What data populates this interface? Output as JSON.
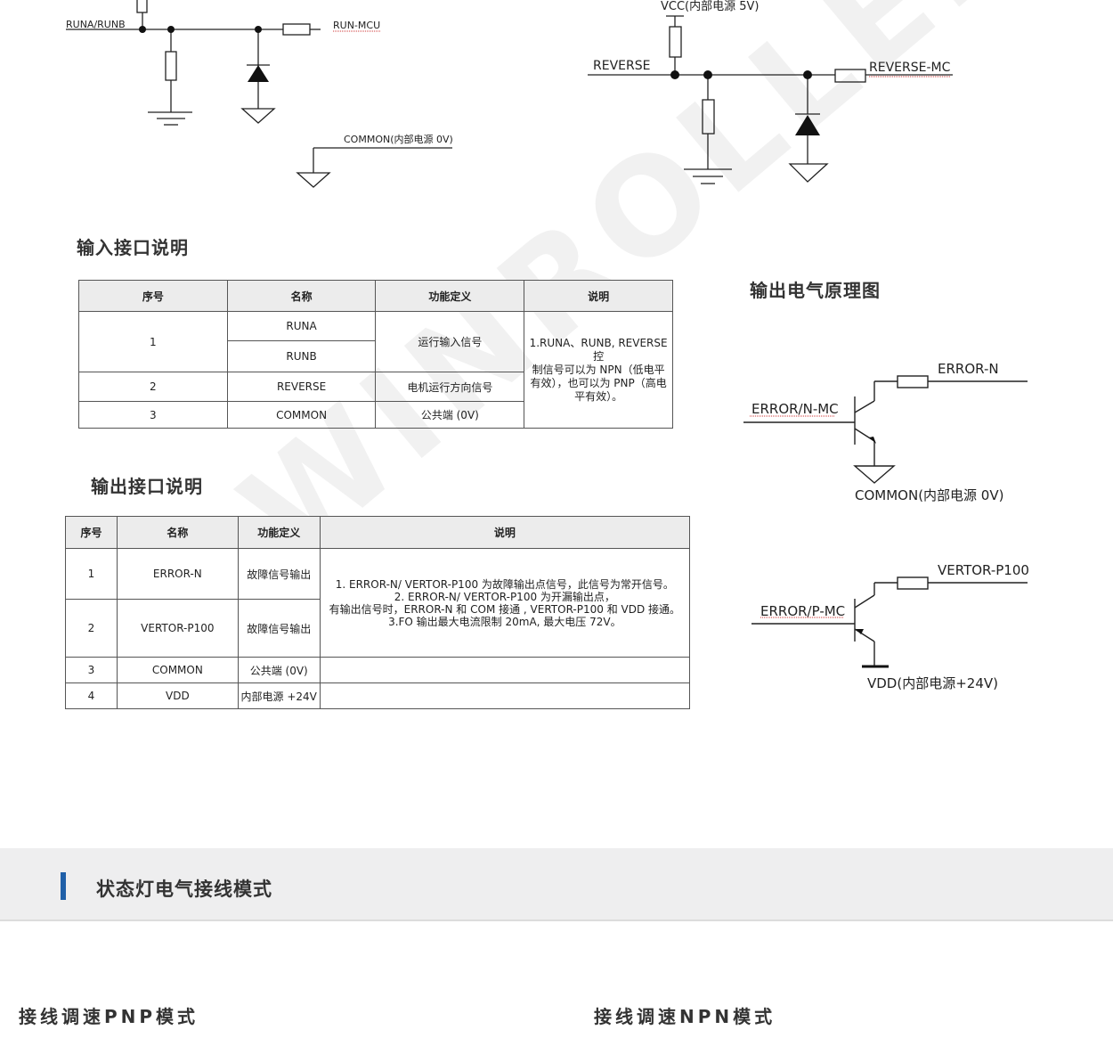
{
  "schematic_top_left": {
    "label_runa_runb": "RUNA/RUNB",
    "label_run_mcu": "RUN-MCU",
    "label_common": "COMMON(内部电源 0V)"
  },
  "schematic_top_right": {
    "label_vcc": "VCC(内部电源 5V)",
    "label_reverse": "REVERSE",
    "label_reverse_mc": "REVERSE-MC"
  },
  "input_section": {
    "title": "输入接口说明",
    "headers": [
      "序号",
      "名称",
      "功能定义",
      "说明"
    ],
    "rows": [
      {
        "no": "1",
        "name_a": "RUNA",
        "name_b": "RUNB",
        "func": "运行输入信号"
      },
      {
        "no": "2",
        "name": "REVERSE",
        "func": "电机运行方向信号"
      },
      {
        "no": "3",
        "name": "COMMON",
        "func": "公共端 (0V)"
      }
    ],
    "note": [
      "1.RUNA、RUNB, REVERSE 控",
      "制信号可以为 NPN（低电平",
      "有效），也可以为 PNP（高电",
      "平有效）。"
    ]
  },
  "output_section": {
    "title": "输出接口说明",
    "headers": [
      "序号",
      "名称",
      "功能定义",
      "说明"
    ],
    "rows": [
      {
        "no": "1",
        "name": "ERROR-N",
        "func": "故障信号输出"
      },
      {
        "no": "2",
        "name": "VERTOR-P100",
        "func": "故障信号输出"
      },
      {
        "no": "3",
        "name": "COMMON",
        "func": "公共端 (0V)"
      },
      {
        "no": "4",
        "name": "VDD",
        "func": "内部电源 +24V"
      }
    ],
    "note": [
      "1. ERROR-N/ VERTOR-P100 为故障输出点信号，此信号为常开信号。",
      "2. ERROR-N/ VERTOR-P100 为开漏输出点，",
      "有输出信号时，ERROR-N 和 COM 接通 , VERTOR-P100 和 VDD 接通。",
      "3.FO 输出最大电流限制 20mA, 最大电压 72V。"
    ]
  },
  "output_schematic": {
    "title": "输出电气原理图",
    "label_error_n": "ERROR-N",
    "label_error_n_mc": "ERROR/N-MC",
    "label_common": "COMMON(内部电源 0V)",
    "label_vertor_p100": "VERTOR-P100",
    "label_error_p_mc": "ERROR/P-MC",
    "label_vdd": "VDD(内部电源+24V)"
  },
  "watermark": "WINROLLER",
  "status_band": {
    "title": "状态灯电气接线模式",
    "accent_color": "#1f5fa8"
  },
  "modes": {
    "pnp": "接线调速PNP模式",
    "npn": "接线调速NPN模式"
  }
}
